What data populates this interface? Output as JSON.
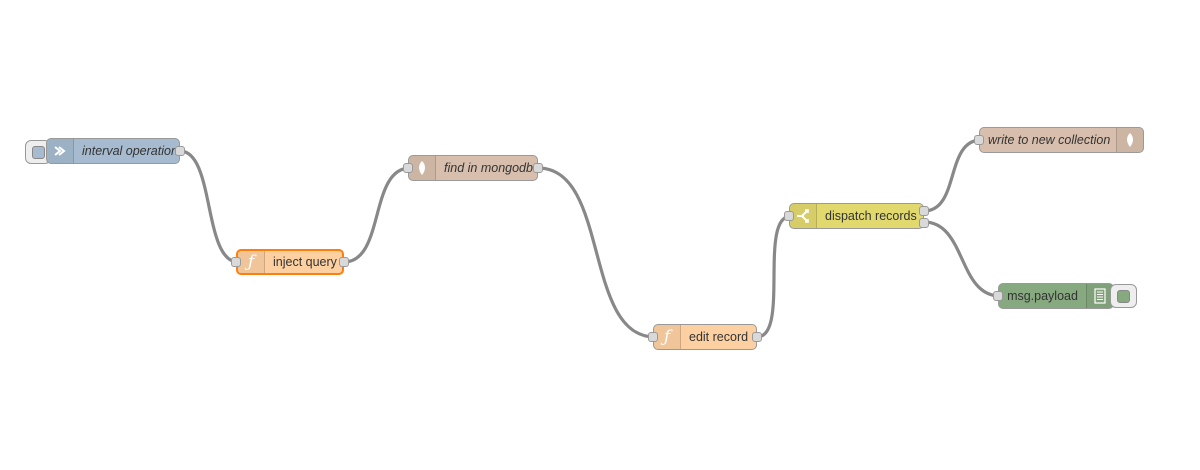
{
  "colors": {
    "inject": "#a6bbcf",
    "function": "#fdd0a2",
    "mongodb": "#d8bfad",
    "switch": "#e2d96e",
    "debug": "#87a980",
    "wire": "#888888",
    "selected": "#ff7f0e"
  },
  "nodes": {
    "interval": {
      "label": "interval operation",
      "type": "inject",
      "icon": "inject-arrow-icon"
    },
    "inject_query": {
      "label": "inject query",
      "type": "function",
      "icon": "function-icon"
    },
    "find": {
      "label": "find in mongodb",
      "type": "mongodb-in",
      "icon": "mongodb-leaf-icon"
    },
    "edit": {
      "label": "edit record",
      "type": "function",
      "icon": "function-icon"
    },
    "dispatch": {
      "label": "dispatch records",
      "type": "switch",
      "icon": "switch-icon"
    },
    "write": {
      "label": "write to new collection",
      "type": "mongodb-out",
      "icon": "mongodb-leaf-icon"
    },
    "debug": {
      "label": "msg.payload",
      "type": "debug",
      "icon": "debug-list-icon"
    }
  },
  "wires": [
    {
      "from": "interval",
      "to": "inject_query"
    },
    {
      "from": "inject_query",
      "to": "find"
    },
    {
      "from": "find",
      "to": "edit"
    },
    {
      "from": "edit",
      "to": "dispatch"
    },
    {
      "from": "dispatch",
      "output": 1,
      "to": "write"
    },
    {
      "from": "dispatch",
      "output": 2,
      "to": "debug"
    }
  ]
}
